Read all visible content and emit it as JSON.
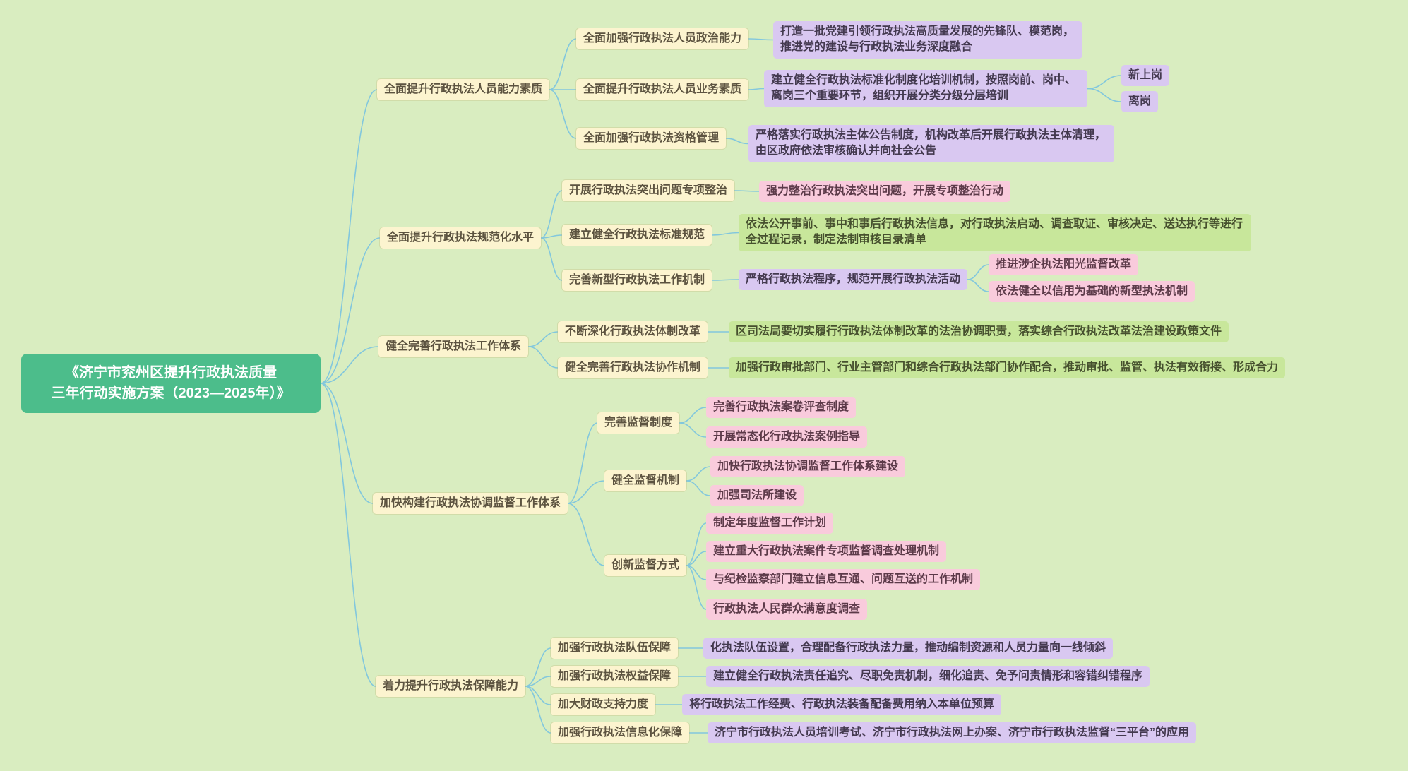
{
  "page": {
    "background": "#d9edc0",
    "connector_color": "#82c7dd"
  },
  "colors": {
    "root": "#4cbd8b",
    "branch": "#fcf4cf",
    "purple": "#d9c8f1",
    "pink": "#f9cbdc",
    "green": "#c8e79b"
  },
  "root": {
    "line1": "《济宁市兖州区提升行政执法质量",
    "line2": "三年行动实施方案（2023—2025年）》"
  },
  "branches": [
    {
      "label": "全面提升行政执法人员能力素质",
      "children": [
        {
          "label": "全面加强行政执法人员政治能力",
          "details": [
            {
              "label": "打造一批党建引领行政执法高质量发展的先锋队、模范岗，推进党的建设与行政执法业务深度融合"
            }
          ]
        },
        {
          "label": "全面提升行政执法人员业务素质",
          "details": [
            {
              "label": "建立健全行政执法标准化制度化培训机制，按照岗前、岗中、离岗三个重要环节，组织开展分类分级分层培训",
              "children": [
                {
                  "label": "新上岗"
                },
                {
                  "label": "离岗"
                }
              ]
            }
          ]
        },
        {
          "label": "全面加强行政执法资格管理",
          "details": [
            {
              "label": "严格落实行政执法主体公告制度，机构改革后开展行政执法主体清理，由区政府依法审核确认并向社会公告"
            }
          ]
        }
      ]
    },
    {
      "label": "全面提升行政执法规范化水平",
      "children": [
        {
          "label": "开展行政执法突出问题专项整治",
          "details": [
            {
              "label": "强力整治行政执法突出问题，开展专项整治行动"
            }
          ]
        },
        {
          "label": "建立健全行政执法标准规范",
          "details": [
            {
              "label": "依法公开事前、事中和事后行政执法信息，对行政执法启动、调查取证、审核决定、送达执行等进行全过程记录，制定法制审核目录清单"
            }
          ]
        },
        {
          "label": "完善新型行政执法工作机制",
          "details": [
            {
              "label": "严格行政执法程序，规范开展行政执法活动",
              "children": [
                {
                  "label": "推进涉企执法阳光监督改革"
                },
                {
                  "label": "依法健全以信用为基础的新型执法机制"
                }
              ]
            }
          ]
        }
      ]
    },
    {
      "label": "健全完善行政执法工作体系",
      "children": [
        {
          "label": "不断深化行政执法体制改革",
          "details": [
            {
              "label": "区司法局要切实履行行政执法体制改革的法治协调职责，落实综合行政执法改革法治建设政策文件"
            }
          ]
        },
        {
          "label": "健全完善行政执法协作机制",
          "details": [
            {
              "label": "加强行政审批部门、行业主管部门和综合行政执法部门协作配合，推动审批、监管、执法有效衔接、形成合力"
            }
          ]
        }
      ]
    },
    {
      "label": "加快构建行政执法协调监督工作体系",
      "children": [
        {
          "label": "完善监督制度",
          "details": [
            {
              "label": "完善行政执法案卷评查制度"
            },
            {
              "label": "开展常态化行政执法案例指导"
            }
          ]
        },
        {
          "label": "健全监督机制",
          "details": [
            {
              "label": "加快行政执法协调监督工作体系建设"
            },
            {
              "label": "加强司法所建设"
            }
          ]
        },
        {
          "label": "创新监督方式",
          "details": [
            {
              "label": "制定年度监督工作计划"
            },
            {
              "label": "建立重大行政执法案件专项监督调查处理机制"
            },
            {
              "label": "与纪检监察部门建立信息互通、问题互送的工作机制"
            },
            {
              "label": "行政执法人民群众满意度调查"
            }
          ]
        }
      ]
    },
    {
      "label": "着力提升行政执法保障能力",
      "children": [
        {
          "label": "加强行政执法队伍保障",
          "details": [
            {
              "label": "化执法队伍设置，合理配备行政执法力量，推动编制资源和人员力量向一线倾斜"
            }
          ]
        },
        {
          "label": "加强行政执法权益保障",
          "details": [
            {
              "label": "建立健全行政执法责任追究、尽职免责机制，细化追责、免予问责情形和容错纠错程序"
            }
          ]
        },
        {
          "label": "加大财政支持力度",
          "details": [
            {
              "label": "将行政执法工作经费、行政执法装备配备费用纳入本单位预算"
            }
          ]
        },
        {
          "label": "加强行政执法信息化保障",
          "details": [
            {
              "label": "济宁市行政执法人员培训考试、济宁市行政执法网上办案、济宁市行政执法监督“三平台”的应用"
            }
          ]
        }
      ]
    }
  ]
}
